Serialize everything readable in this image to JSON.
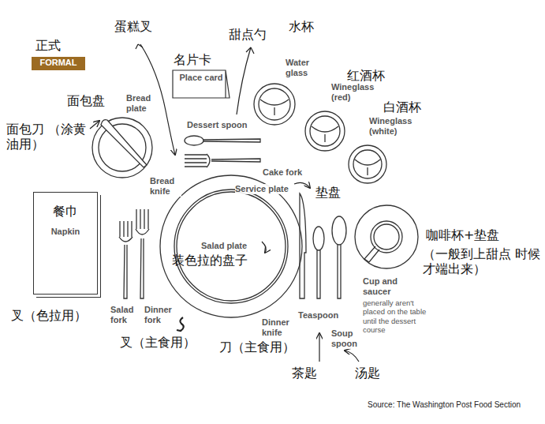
{
  "diagram": {
    "title": "正式",
    "caption": "Source: The Washington Post Food Section",
    "nodes": [
      {
        "text": [
          "FORMAL"
        ]
      },
      {
        "text": [
          "Place card"
        ]
      },
      {
        "text": [
          "餐巾",
          "Napkin"
        ]
      }
    ],
    "labels": [
      "蛋糕叉",
      "名片卡",
      "甜点勺",
      "水杯",
      "Water glass",
      "红酒杯",
      "Wineglass (red)",
      "白酒杯",
      "Wineglass (white)",
      "面包盘",
      "Bread plate",
      "面包刀 （涂黄油用）",
      "Dessert spoon",
      "Cake fork",
      "Service plate",
      "垫盘",
      "Bread knife",
      "Salad plate",
      "装色拉的盘子",
      "咖啡杯+垫盘",
      "（一般到上甜点 时候才端出来）",
      "Cup and saucer",
      "generally aren't placed on the table until the dessert course",
      "Salad fork",
      "Dinner fork",
      "叉（色拉用）",
      "叉（主食用）",
      "Dinner knife",
      "Teaspoon",
      "Soup spoon",
      "刀（主食用）",
      "茶匙",
      "汤匙"
    ]
  }
}
